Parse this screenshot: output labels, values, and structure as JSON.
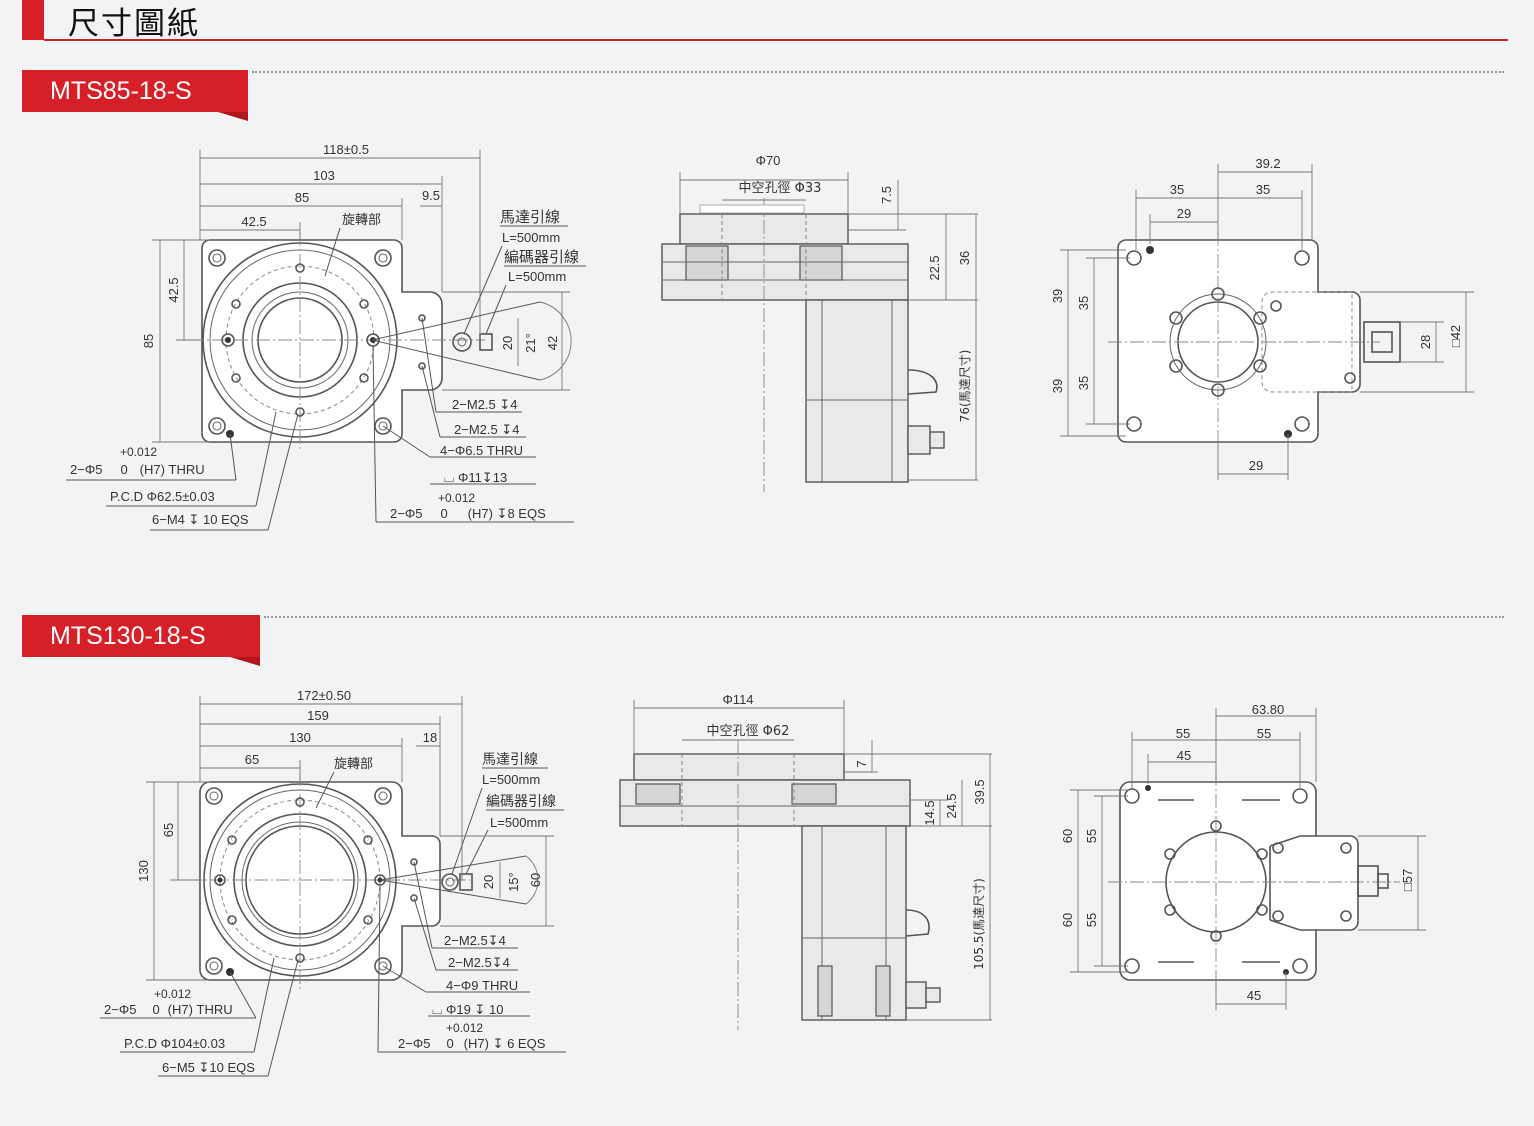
{
  "header": {
    "title": "尺寸圖紙"
  },
  "sections": {
    "s1": {
      "model": "MTS85-18-S",
      "front": {
        "d118": "118±0.5",
        "d103": "103",
        "d85w": "85",
        "d95": "9.5",
        "d425w": "42.5",
        "rotating_part": "旋轉部",
        "motor_cable": "馬達引線",
        "motor_cable_len": "L=500mm",
        "encoder_cable": "編碼器引線",
        "encoder_cable_len": "L=500mm",
        "d425h": "42.5",
        "d85h": "85",
        "d20": "20",
        "d21": "21°",
        "d42": "42",
        "n1": "2−M2.5",
        "n1d": "4",
        "n2": "2−M2.5",
        "n2d": "4",
        "n3": "4−Φ6.5 THRU",
        "n4": "Φ11",
        "n4d": "13",
        "tolA": "+0.012",
        "tolA0": "0",
        "n5a": "2−Φ5",
        "n5b": "(H7) THRU",
        "n6": "P.C.D   Φ62.5±0.03",
        "n7a": "6−M4",
        "n7b": "10 EQS",
        "tolB": "+0.012",
        "tolB0": "0",
        "n8a": "2−Φ5",
        "n8b": "(H7)",
        "n8c": "8 EQS"
      },
      "side": {
        "d70": "Φ70",
        "hollow": "中空孔徑  Φ33",
        "d75": "7.5",
        "d225": "22.5",
        "d36": "36",
        "motor_len": "76(馬達尺寸)"
      },
      "top": {
        "d392": "39.2",
        "d35a": "35",
        "d35b": "35",
        "d29t": "29",
        "d39a": "39",
        "d35c": "35",
        "d39b": "39",
        "d35d": "35",
        "d28": "28",
        "d42": "□42",
        "d29b": "29"
      }
    },
    "s2": {
      "model": "MTS130-18-S",
      "front": {
        "d172": "172±0.50",
        "d159": "159",
        "d130w": "130",
        "d18": "18",
        "d65w": "65",
        "rotating_part": "旋轉部",
        "motor_cable": "馬達引線",
        "motor_cable_len": "L=500mm",
        "encoder_cable": "編碼器引線",
        "encoder_cable_len": "L=500mm",
        "d65h": "65",
        "d130h": "130",
        "d20": "20",
        "d15": "15°",
        "d60": "60",
        "n1": "2−M2.5",
        "n1d": "4",
        "n2": "2−M2.5",
        "n2d": "4",
        "n3": "4−Φ9 THRU",
        "n4": "Φ19",
        "n4d": "10",
        "tolA": "+0.012",
        "tolA0": "0",
        "n5a": "2−Φ5",
        "n5b": "(H7) THRU",
        "n6": "P.C.D  Φ104±0.03",
        "n7a": "6−M5",
        "n7b": "10 EQS",
        "tolB": "+0.012",
        "tolB0": "0",
        "n8a": "2−Φ5",
        "n8b": "(H7)",
        "n8c": "6 EQS"
      },
      "side": {
        "d114": "Φ114",
        "hollow": "中空孔徑  Φ62",
        "d7": "7",
        "d145": "14.5",
        "d245": "24.5",
        "d395": "39.5",
        "motor_len": "105.5(馬達尺寸)"
      },
      "top": {
        "d638": "63.80",
        "d55a": "55",
        "d55b": "55",
        "d45t": "45",
        "d60a": "60",
        "d55c": "55",
        "d60b": "60",
        "d55d": "55",
        "d57": "□57",
        "d45b": "45"
      }
    }
  },
  "colors": {
    "accent": "#d61f26",
    "background": "#f2f3f5"
  },
  "icons": {
    "depth_symbol": "↧",
    "counterbore_symbol": "⌴"
  }
}
